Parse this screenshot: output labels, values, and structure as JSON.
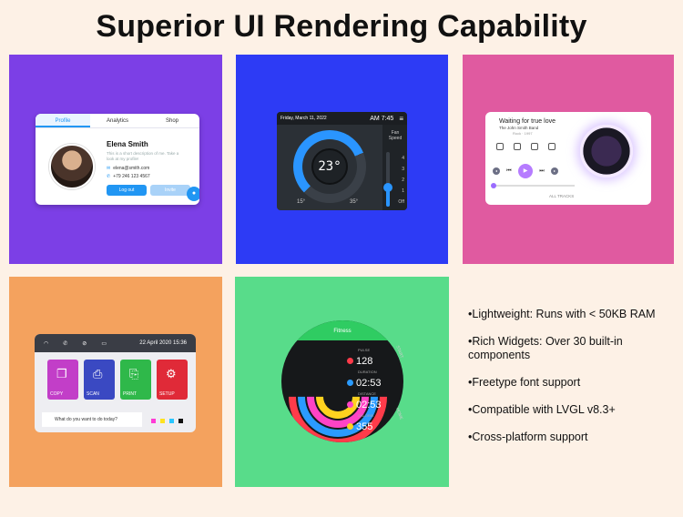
{
  "title": "Superior UI Rendering Capability",
  "profile": {
    "tabs": [
      "Profile",
      "Analytics",
      "Shop"
    ],
    "name": "Elena Smith",
    "description": "This is a short description of me. Take a look at my profile!",
    "email": "elena@smith.com",
    "phone": "+79 246 123 4567",
    "logout": "Log out",
    "invite": "Invite"
  },
  "thermostat": {
    "date": "Friday, March 11, 2022",
    "time": "AM 7:45",
    "temp": "23°",
    "low": "15°",
    "high": "35°",
    "fan_label": "Fan Speed",
    "levels": [
      "4",
      "3",
      "2",
      "1",
      "Off"
    ],
    "progress": 0.75
  },
  "music": {
    "title": "Waiting for true love",
    "band": "The John Smith Band",
    "genre": "Rock · 1997",
    "all_tracks": "ALL TRACKS"
  },
  "office": {
    "date": "22 April 2020 15:36",
    "tiles": [
      {
        "label": "COPY",
        "icon": "copy-icon",
        "color": "#c23ec8"
      },
      {
        "label": "SCAN",
        "icon": "scan-icon",
        "color": "#3a49c2"
      },
      {
        "label": "PRINT",
        "icon": "print-icon",
        "color": "#2fb84a"
      },
      {
        "label": "SETUP",
        "icon": "gear-icon",
        "color": "#e02a38"
      }
    ],
    "prompt": "What do you want to do today?"
  },
  "fitness": {
    "header": "Fitness",
    "stats": [
      {
        "label": "PULSE",
        "value": "128",
        "color": "#ff3b4a"
      },
      {
        "label": "DURATION",
        "value": "02:53",
        "color": "#2a9bff"
      },
      {
        "label": "DISTANCE",
        "value": "02:53",
        "color": "#ff43c6"
      },
      {
        "label": "CALORIE",
        "value": "355",
        "color": "#ffd21f"
      }
    ],
    "start": "START",
    "home": "HOME"
  },
  "features": [
    "•Lightweight: Runs with < 50KB RAM",
    "•Rich Widgets: Over 30 built-in components",
    "•Freetype font support",
    "•Compatible with LVGL v8.3+",
    "•Cross-platform support"
  ]
}
